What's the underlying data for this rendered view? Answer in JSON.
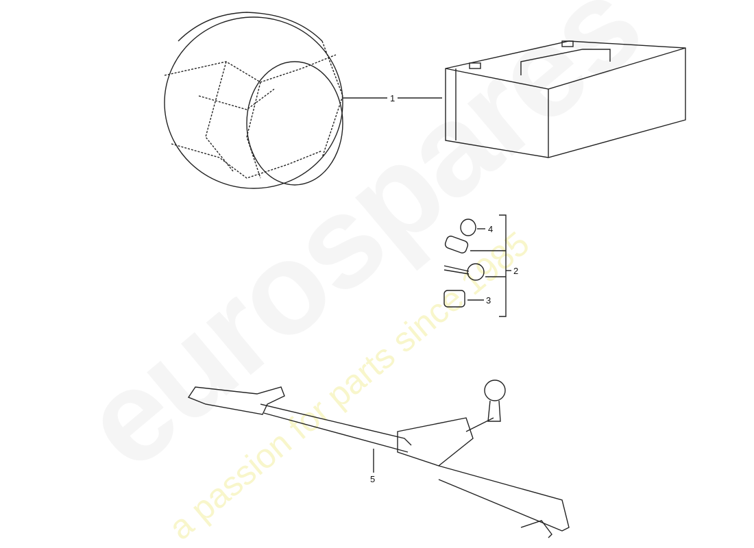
{
  "diagram": {
    "type": "parts-exploded-view",
    "callouts": [
      {
        "id": "1",
        "label": "1",
        "part": "snow chains with storage case"
      },
      {
        "id": "2",
        "label": "2",
        "part": "lock set (bracket group)"
      },
      {
        "id": "3",
        "label": "3",
        "part": "locking wheel bolt"
      },
      {
        "id": "4",
        "label": "4",
        "part": "cap"
      },
      {
        "id": "5",
        "label": "5",
        "part": "towing hitch"
      }
    ]
  },
  "watermark": {
    "brand": "eurospares",
    "tagline": "a passion for parts since 1985"
  }
}
